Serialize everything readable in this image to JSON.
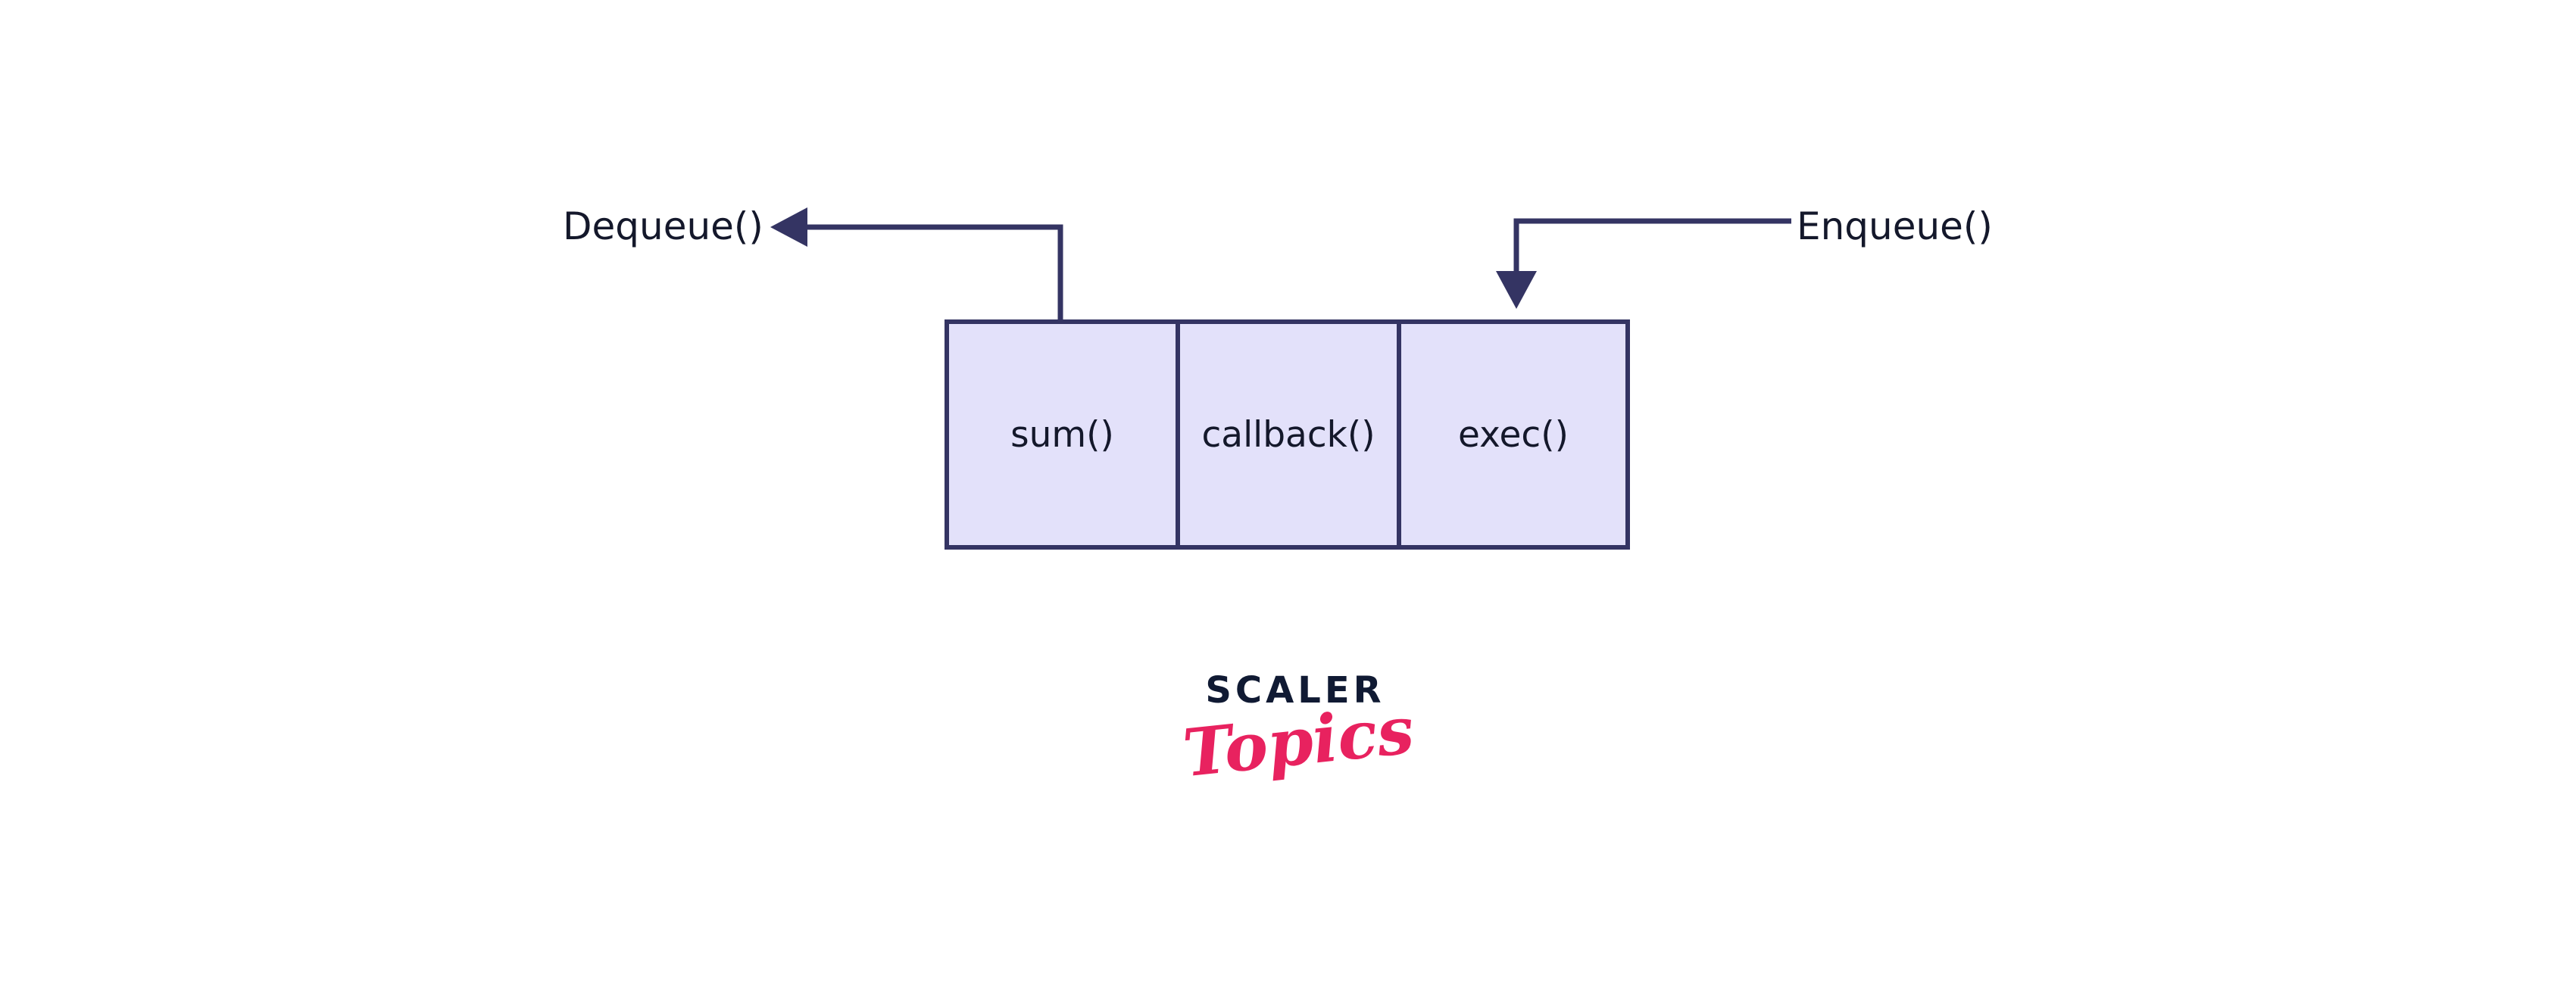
{
  "diagram": {
    "title": "Event queue with Enqueue and Dequeue operations",
    "background_color": "#ffffff",
    "colors": {
      "cell_fill": "#e3e1fa",
      "stroke": "#343463",
      "text": "#14182b",
      "logo_dark": "#101a33",
      "logo_pink": "#e8225f"
    },
    "operations": {
      "dequeue_label": "Dequeue()",
      "enqueue_label": "Enqueue()"
    },
    "queue": {
      "cells": [
        {
          "label": "sum()"
        },
        {
          "label": "callback()"
        },
        {
          "label": "exec()"
        }
      ]
    }
  },
  "logo": {
    "wordmark": "SCALER",
    "script": "Topics"
  }
}
